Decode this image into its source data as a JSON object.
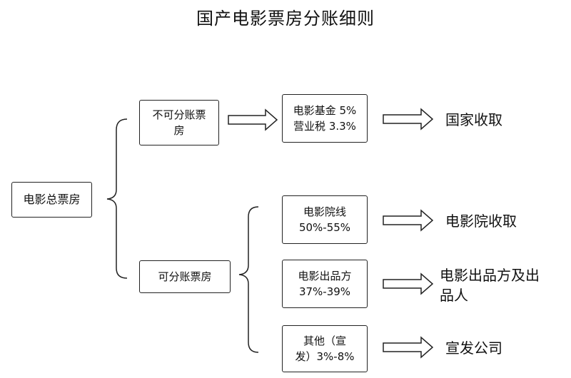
{
  "title": "国产电影票房分账细则",
  "root": {
    "label": "电影总票房"
  },
  "branches": {
    "non_split": {
      "line1": "不可分账票",
      "line2": "房"
    },
    "split": {
      "label": "可分账票房"
    }
  },
  "nodes": {
    "tax": {
      "line1": "电影基金 5%",
      "line2": "营业税 3.3%"
    },
    "cinema": {
      "line1": "电影院线",
      "line2": "50%-55%"
    },
    "producer": {
      "line1": "电影出品方",
      "line2": "37%-39%"
    },
    "other": {
      "line1": "其他（宣",
      "line2": "发）3%-8%"
    }
  },
  "outcomes": {
    "state": "国家收取",
    "cinema": "电影院收取",
    "producer_line1": "电影出品方及出",
    "producer_line2": "品人",
    "publicity": "宣发公司"
  }
}
